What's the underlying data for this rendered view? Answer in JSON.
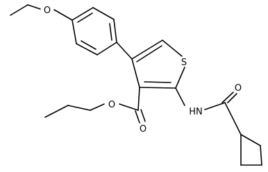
{
  "molecule": {
    "atoms": {
      "ether_o": "O",
      "ester_o_single": "O",
      "ester_o_double": "O",
      "thiophene_s": "S",
      "amide_nh": "HN",
      "amide_o": "O"
    }
  }
}
